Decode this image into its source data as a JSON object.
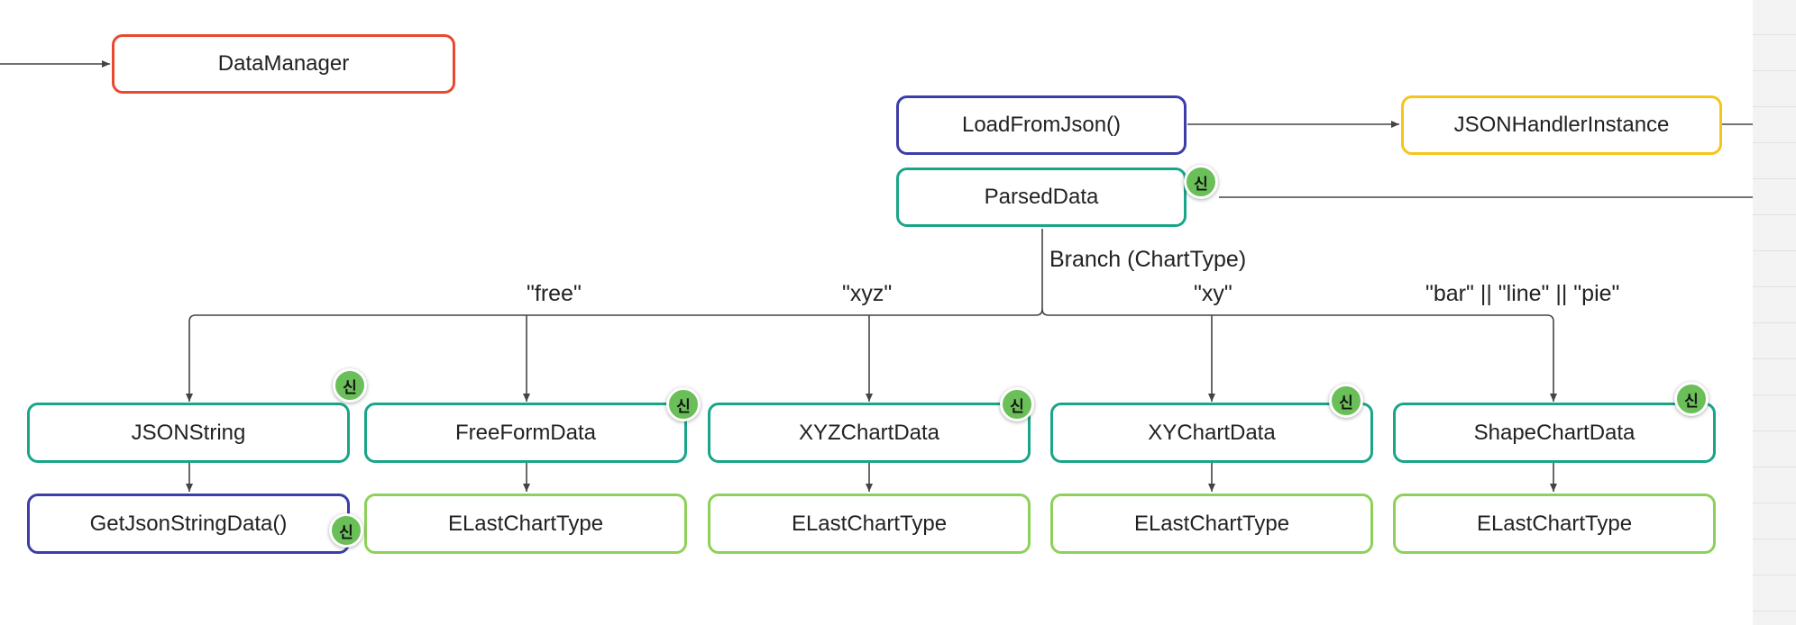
{
  "colors": {
    "red": "#e8492f",
    "blue": "#3c3ea8",
    "yellow": "#f5c518",
    "teal": "#19a588",
    "lightgreen": "#8ed15a",
    "badge": "#6bbf59",
    "line": "#444444"
  },
  "nodes": {
    "data_manager": "DataManager",
    "load_from_json": "LoadFromJson()",
    "json_handler_instance": "JSONHandlerInstance",
    "parsed_data": "ParsedData",
    "json_string": "JSONString",
    "get_json_string_data": "GetJsonStringData()",
    "free_form_data": "FreeFormData",
    "xyz_chart_data": "XYZChartData",
    "xy_chart_data": "XYChartData",
    "shape_chart_data": "ShapeChartData",
    "elast_chart_type": "ELastChartType"
  },
  "labels": {
    "branch": "Branch (ChartType)",
    "free": "\"free\"",
    "xyz": "\"xyz\"",
    "xy": "\"xy\"",
    "shapes": "\"bar\" || \"line\" || \"pie\""
  },
  "badge_text": "신"
}
